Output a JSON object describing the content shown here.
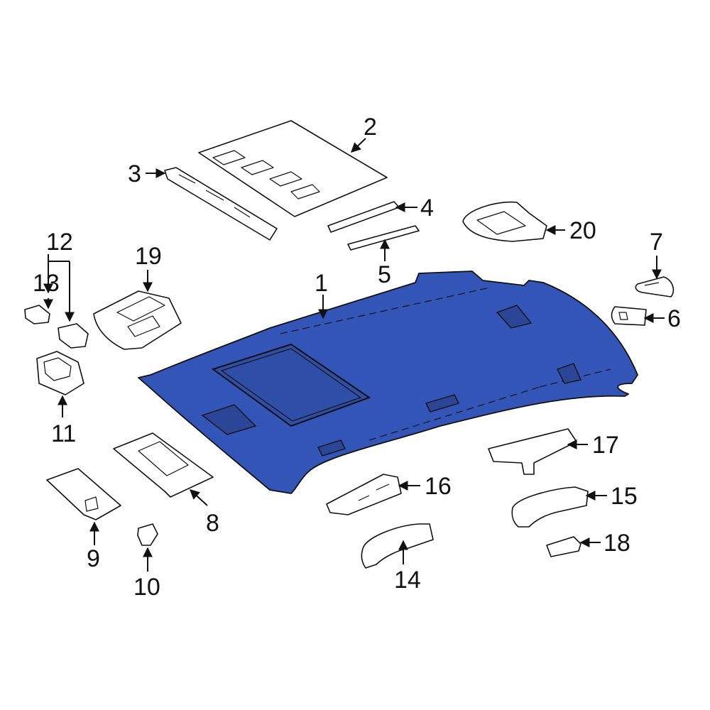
{
  "diagram": {
    "highlight_color": "#3455b8",
    "line_color": "#111111",
    "background": "#ffffff",
    "callouts": [
      {
        "id": "1",
        "text": "1"
      },
      {
        "id": "2",
        "text": "2"
      },
      {
        "id": "3",
        "text": "3"
      },
      {
        "id": "4",
        "text": "4"
      },
      {
        "id": "5",
        "text": "5"
      },
      {
        "id": "6",
        "text": "6"
      },
      {
        "id": "7",
        "text": "7"
      },
      {
        "id": "8",
        "text": "8"
      },
      {
        "id": "9",
        "text": "9"
      },
      {
        "id": "10",
        "text": "10"
      },
      {
        "id": "11",
        "text": "11"
      },
      {
        "id": "12",
        "text": "12"
      },
      {
        "id": "13",
        "text": "13"
      },
      {
        "id": "14",
        "text": "14"
      },
      {
        "id": "15",
        "text": "15"
      },
      {
        "id": "16",
        "text": "16"
      },
      {
        "id": "17",
        "text": "17"
      },
      {
        "id": "18",
        "text": "18"
      },
      {
        "id": "19",
        "text": "19"
      },
      {
        "id": "20",
        "text": "20"
      }
    ]
  }
}
